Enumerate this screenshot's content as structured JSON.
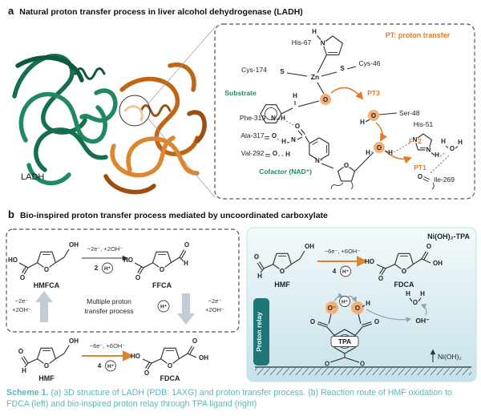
{
  "colors": {
    "accent_orange": "#e07b2a",
    "accent_green": "#1f8a60",
    "caption_teal": "#5cb6b9",
    "protein_green": "#156e4e",
    "protein_orange": "#c06515",
    "relay_teal": "#1e7776",
    "panel_blue": "#d7ebf0",
    "highlight_orange": "#f5a96b"
  },
  "panel_a": {
    "label": "a",
    "title": "Natural proton transfer process in liver alcohol dehydrogenase (LADH)",
    "protein_label": "LADH",
    "legend": "PT: proton transfer",
    "residues": {
      "his67": "His-67",
      "cys174": "Cys-174",
      "cys46": "Cys-46",
      "ser48": "Ser-48",
      "phe319": "Phe-319",
      "ala317": "Ala-317",
      "val292": "Val-292",
      "his51": "His-51",
      "ile269": "Ile-269"
    },
    "labels": {
      "substrate": "Substrate",
      "cofactor": "Cofactor (NAD⁺)",
      "zn": "Zn",
      "pt1": "PT1",
      "pt2": "PT2",
      "pt3": "PT3"
    }
  },
  "panel_b": {
    "label": "b",
    "title": "Bio-inspired proton transfer process mediated by uncoordinated carboxylate",
    "left": {
      "hmfca": "HMFCA",
      "ffca": "FFCA",
      "hmf": "HMF",
      "fdca": "FDCA",
      "arrow_top": "−2e⁻, +2OH⁻",
      "coeff_top": "2",
      "left_e": "−2e⁻",
      "left_oh": "+2OH⁻",
      "right_e": "−2e⁻",
      "right_oh": "+2OH⁻",
      "center_line1": "Multiple proton",
      "center_line2": "transfer process",
      "arrow_bottom": "−6e⁻, +6OH⁻",
      "coeff_bottom": "4"
    },
    "right": {
      "catalyst": "Ni(OH)₂-TPA",
      "hmf": "HMF",
      "fdca": "FDCA",
      "arrow": "−6e⁻, +6OH⁻",
      "coeff": "4",
      "relay": "Proton relay",
      "tpa": "TPA",
      "hydroxide": "OH⁻",
      "nickel": "Ni(OH)₂"
    }
  },
  "atoms": {
    "h": "H",
    "o": "O",
    "n": "N",
    "s": "S",
    "n_plus": "N⁺",
    "o_minus": "O⁻",
    "oh": "OH",
    "ho": "HO",
    "h_plus": "H⁺"
  },
  "caption": {
    "scheme": "Scheme 1.",
    "text": " (a) 3D structure of LADH (PDB: 1AXG) and proton transfer process. (b) Reaction route of HMF oxidation to FDCA (left) and bio-inspired proton relay through TPA ligand (right)"
  }
}
